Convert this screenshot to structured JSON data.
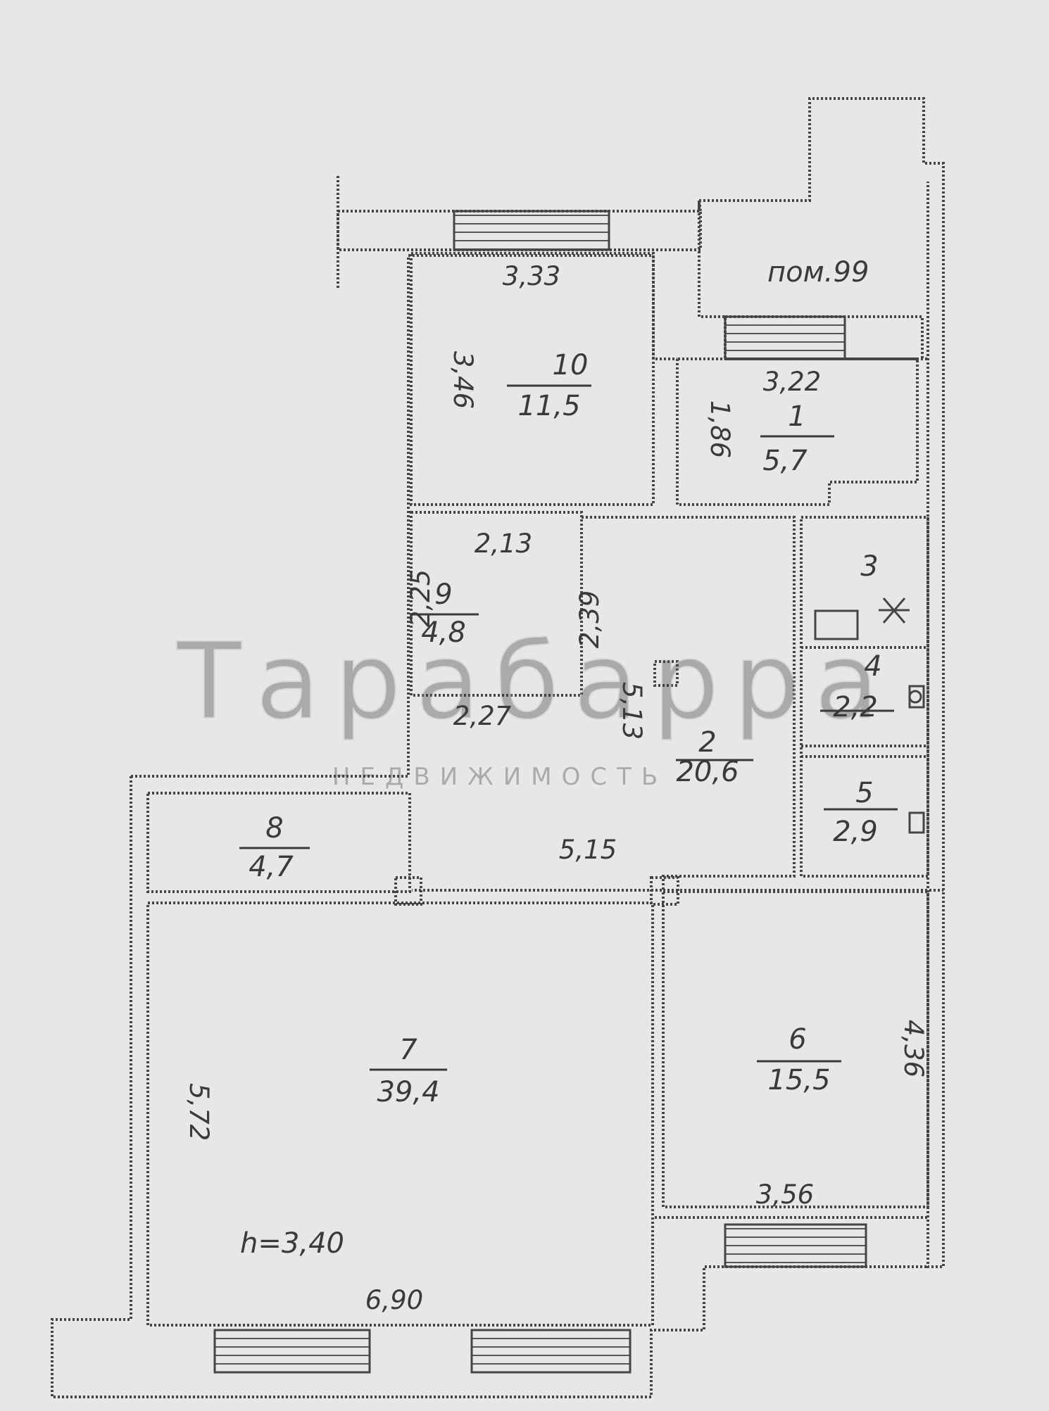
{
  "plan": {
    "room_label": "пом.99",
    "ceiling_height": "h=3,40",
    "rooms": [
      {
        "id": "room-1",
        "number": "1",
        "area": "5,7",
        "width": "3,22",
        "height": "1,86"
      },
      {
        "id": "room-2",
        "number": "2",
        "area": "20,6",
        "width": "2,27",
        "height": "5,13"
      },
      {
        "id": "room-3",
        "number": "3"
      },
      {
        "id": "room-4",
        "number": "4",
        "area": "2,2"
      },
      {
        "id": "room-5",
        "number": "5",
        "area": "2,9"
      },
      {
        "id": "room-6",
        "number": "6",
        "area": "15,5",
        "width": "3,56",
        "height": "4,36"
      },
      {
        "id": "room-7",
        "number": "7",
        "area": "39,4",
        "width": "6,90",
        "height": "5,72"
      },
      {
        "id": "room-8",
        "number": "8",
        "area": "4,7"
      },
      {
        "id": "room-9",
        "number": "9",
        "area": "4,8",
        "width": "2,13",
        "height": "2,25",
        "extra": "2,39"
      },
      {
        "id": "room-10",
        "number": "10",
        "area": "11,5",
        "width": "3,33",
        "height": "3,46"
      }
    ],
    "dimension_center": "5,15"
  },
  "watermark": {
    "brand": "Тарабарра",
    "subtitle": "НЕДВИЖИМОСТЬ"
  },
  "colors": {
    "background": "#e7e7e7",
    "lines": "#454545",
    "text": "#3a3a3a"
  }
}
